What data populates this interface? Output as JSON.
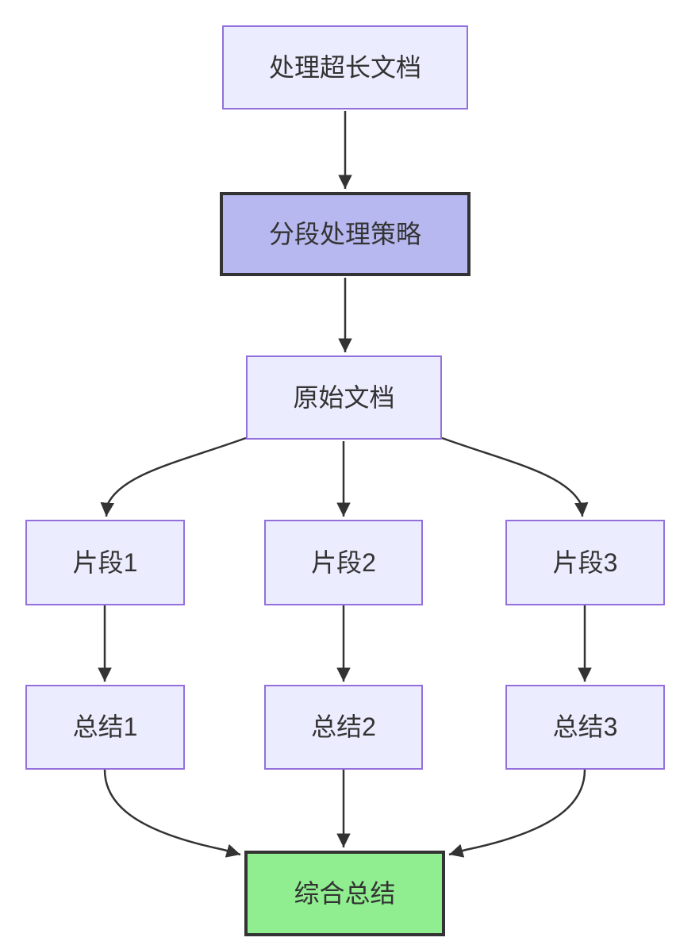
{
  "diagram": {
    "type": "flowchart",
    "direction": "top-down",
    "nodes": {
      "process_long_doc": {
        "label": "处理超长文档"
      },
      "segmentation_strategy": {
        "label": "分段处理策略"
      },
      "original_doc": {
        "label": "原始文档"
      },
      "fragment_1": {
        "label": "片段1"
      },
      "fragment_2": {
        "label": "片段2"
      },
      "fragment_3": {
        "label": "片段3"
      },
      "summary_1": {
        "label": "总结1"
      },
      "summary_2": {
        "label": "总结2"
      },
      "summary_3": {
        "label": "总结3"
      },
      "combined_summary": {
        "label": "综合总结"
      }
    },
    "edges": [
      {
        "from": "process_long_doc",
        "to": "segmentation_strategy"
      },
      {
        "from": "segmentation_strategy",
        "to": "original_doc"
      },
      {
        "from": "original_doc",
        "to": "fragment_1"
      },
      {
        "from": "original_doc",
        "to": "fragment_2"
      },
      {
        "from": "original_doc",
        "to": "fragment_3"
      },
      {
        "from": "fragment_1",
        "to": "summary_1"
      },
      {
        "from": "fragment_2",
        "to": "summary_2"
      },
      {
        "from": "fragment_3",
        "to": "summary_3"
      },
      {
        "from": "summary_1",
        "to": "combined_summary"
      },
      {
        "from": "summary_2",
        "to": "combined_summary"
      },
      {
        "from": "summary_3",
        "to": "combined_summary"
      }
    ],
    "colors": {
      "background": "#FFFFFF",
      "node_fill": "#ECECFF",
      "node_border": "#9370DB",
      "strategy_fill": "#B8B8F0",
      "final_fill": "#90EE90",
      "strong_border": "#333333",
      "edge_color": "#333333",
      "text_color": "#333333"
    }
  }
}
